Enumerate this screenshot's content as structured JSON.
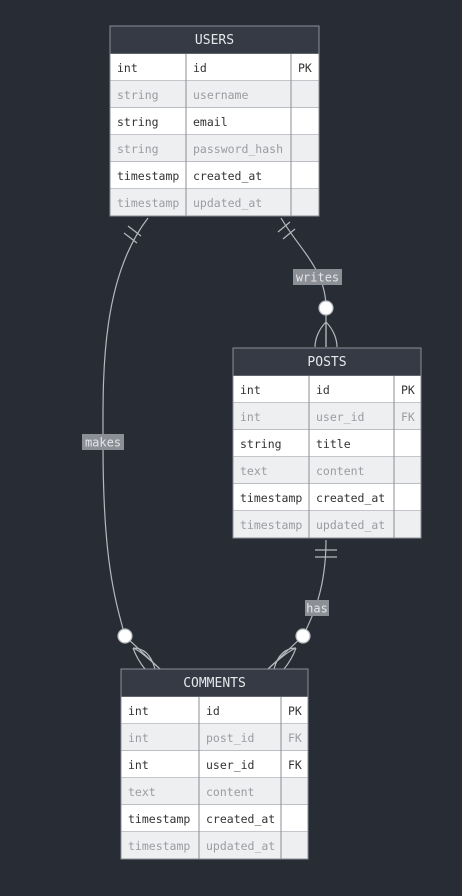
{
  "diagram": {
    "entities": [
      {
        "name": "USERS",
        "attributes": [
          {
            "type": "int",
            "name": "id",
            "key": "PK"
          },
          {
            "type": "string",
            "name": "username",
            "key": ""
          },
          {
            "type": "string",
            "name": "email",
            "key": ""
          },
          {
            "type": "string",
            "name": "password_hash",
            "key": ""
          },
          {
            "type": "timestamp",
            "name": "created_at",
            "key": ""
          },
          {
            "type": "timestamp",
            "name": "updated_at",
            "key": ""
          }
        ]
      },
      {
        "name": "POSTS",
        "attributes": [
          {
            "type": "int",
            "name": "id",
            "key": "PK"
          },
          {
            "type": "int",
            "name": "user_id",
            "key": "FK"
          },
          {
            "type": "string",
            "name": "title",
            "key": ""
          },
          {
            "type": "text",
            "name": "content",
            "key": ""
          },
          {
            "type": "timestamp",
            "name": "created_at",
            "key": ""
          },
          {
            "type": "timestamp",
            "name": "updated_at",
            "key": ""
          }
        ]
      },
      {
        "name": "COMMENTS",
        "attributes": [
          {
            "type": "int",
            "name": "id",
            "key": "PK"
          },
          {
            "type": "int",
            "name": "post_id",
            "key": "FK"
          },
          {
            "type": "int",
            "name": "user_id",
            "key": "FK"
          },
          {
            "type": "text",
            "name": "content",
            "key": ""
          },
          {
            "type": "timestamp",
            "name": "created_at",
            "key": ""
          },
          {
            "type": "timestamp",
            "name": "updated_at",
            "key": ""
          }
        ]
      }
    ],
    "relationships": [
      {
        "from": "USERS",
        "to": "POSTS",
        "label": "writes",
        "from_cardinality": "exactly-one",
        "to_cardinality": "zero-or-more"
      },
      {
        "from": "USERS",
        "to": "COMMENTS",
        "label": "makes",
        "from_cardinality": "exactly-one",
        "to_cardinality": "zero-or-more"
      },
      {
        "from": "POSTS",
        "to": "COMMENTS",
        "label": "has",
        "from_cardinality": "exactly-one",
        "to_cardinality": "zero-or-more"
      }
    ]
  }
}
